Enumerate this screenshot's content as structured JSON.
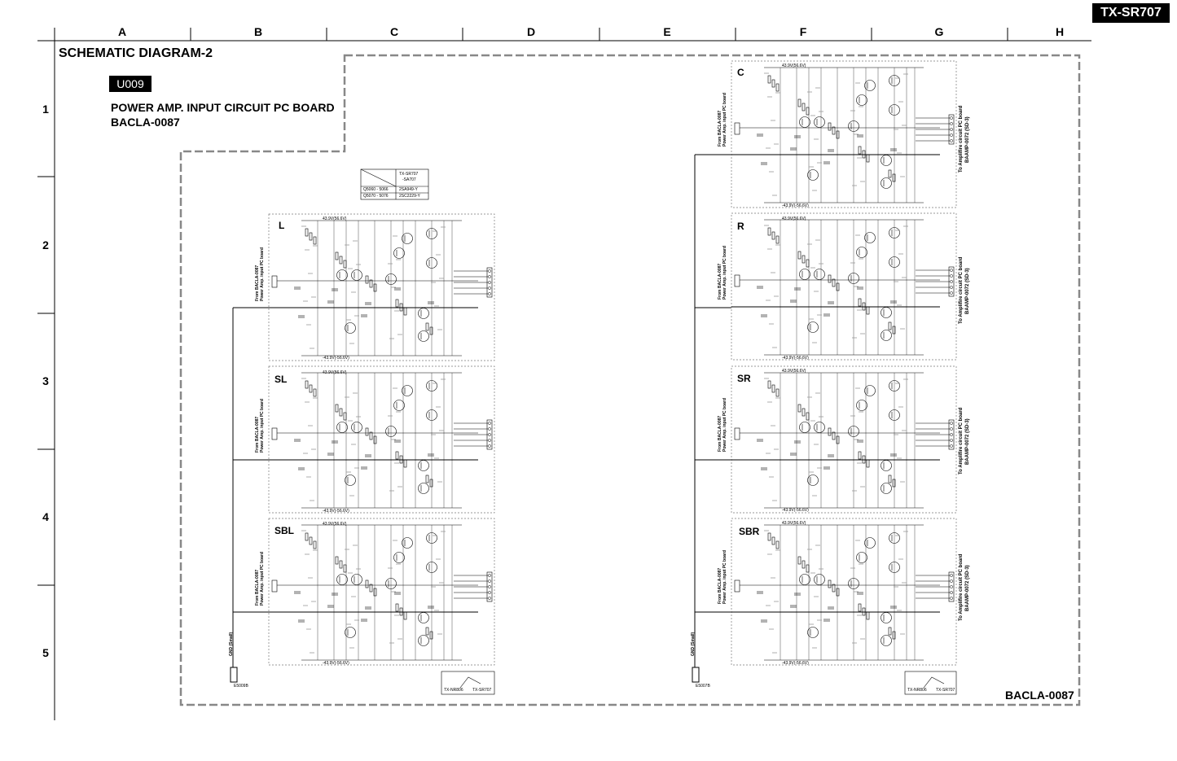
{
  "header": {
    "model": "TX-SR707",
    "columns": [
      "A",
      "B",
      "C",
      "D",
      "E",
      "F",
      "G",
      "H"
    ],
    "rows": [
      "1",
      "2",
      "3",
      "4",
      "5"
    ]
  },
  "title": "SCHEMATIC DIAGRAM-2",
  "unit": "U009",
  "board_title_line1": "POWER AMP. INPUT CIRCUIT PC BOARD",
  "board_title_line2": "BACLA-0087",
  "bottom_board": "BACLA-0087",
  "transistor_table": {
    "header": [
      "TX-SR707",
      "-SA707"
    ],
    "rows": [
      [
        "Q5060 - 5066",
        "2SA949-Y"
      ],
      [
        "Q5070 - 5076",
        "2SC2229-Y"
      ]
    ]
  },
  "channels_left": [
    "L",
    "SL",
    "SBL"
  ],
  "channels_right": [
    "C",
    "R",
    "SR",
    "SBR"
  ],
  "from_label_1": "From BACLA-0087",
  "from_label_2": "Power Amp. input PC board",
  "to_label_1": "To Amplifire circuit PC board",
  "to_label_2": "BAAMP-0072 (SD-3)",
  "ground_left": "GND (Small)",
  "ground_right": "GND (Small)",
  "ground_ref_left": "E5009B",
  "ground_ref_right": "E5007B",
  "legend_left": [
    "TX-NR806",
    "TX-SR707"
  ],
  "legend_right": [
    "TX-NR806",
    "TX-SR707"
  ],
  "rail_pos": "43.9V(56.6V)",
  "rail_neg": "-43.9V(-56.6V)"
}
